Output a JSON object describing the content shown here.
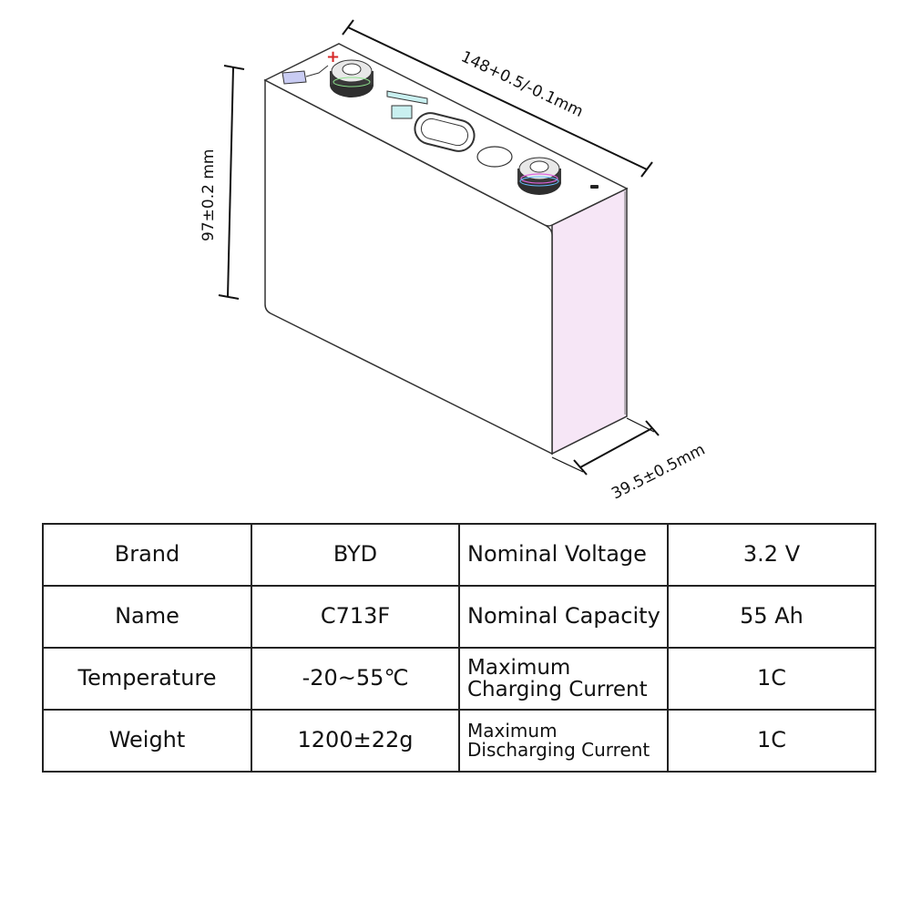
{
  "diagram": {
    "dimensions": {
      "length": "148+0.5/-0.1mm",
      "height": "97±0.2 mm",
      "thickness": "39.5±0.5mm"
    },
    "positive_terminal_symbol": "+",
    "colors": {
      "outline": "#333333",
      "side_face": "#f6e6f6",
      "terminal_label": "#c9ccf3",
      "vent_label": "#c9f0f0",
      "positive_mark": "#d62828"
    }
  },
  "spec_table": {
    "rows": [
      {
        "label": "Brand",
        "value": "BYD",
        "param_lines": [
          "Nominal Voltage"
        ],
        "param_value": "3.2 V"
      },
      {
        "label": "Name",
        "value": "C713F",
        "param_lines": [
          "Nominal Capacity"
        ],
        "param_value": "55 Ah"
      },
      {
        "label": "Temperature",
        "value": "-20~55℃",
        "param_lines": [
          "Maximum",
          "Charging Current"
        ],
        "param_value": "1C"
      },
      {
        "label": "Weight",
        "value": "1200±22g",
        "param_lines": [
          "Maximum",
          "Discharging Current"
        ],
        "param_value": "1C"
      }
    ]
  }
}
